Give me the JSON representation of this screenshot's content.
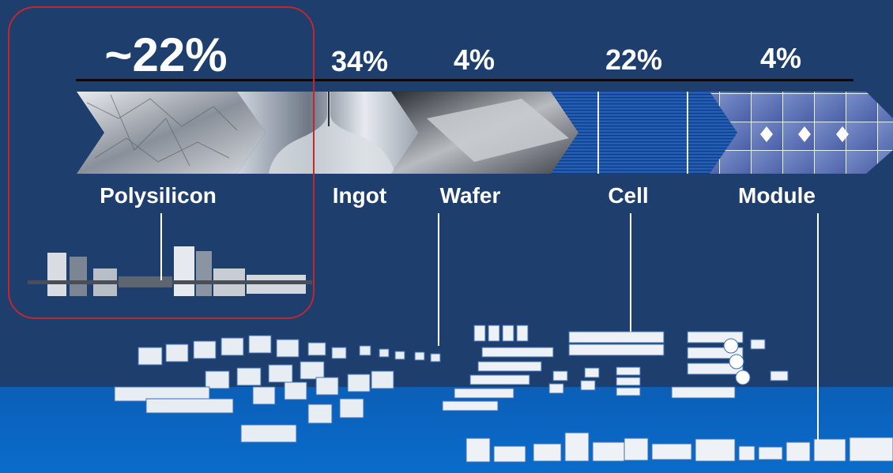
{
  "stages": [
    {
      "name": "Polysilicon",
      "share": "~22%"
    },
    {
      "name": "Ingot",
      "share": "34%"
    },
    {
      "name": "Wafer",
      "share": "4%"
    },
    {
      "name": "Cell",
      "share": "22%"
    },
    {
      "name": "Module",
      "share": "4%"
    }
  ],
  "colors": {
    "background": "#1e3f6e",
    "bottom_band": "#0a6ccb",
    "highlight_border": "#c0282e",
    "text": "#ffffff",
    "rule": "#0a0a0a"
  },
  "icons": [
    "polysilicon-chunks-photo",
    "ingot-melt-photo",
    "wafer-photo",
    "cell-photo",
    "module-photo",
    "polysilicon-plant-icon",
    "wafer-factory-icon",
    "cell-factory-icon",
    "module-line-icon"
  ]
}
